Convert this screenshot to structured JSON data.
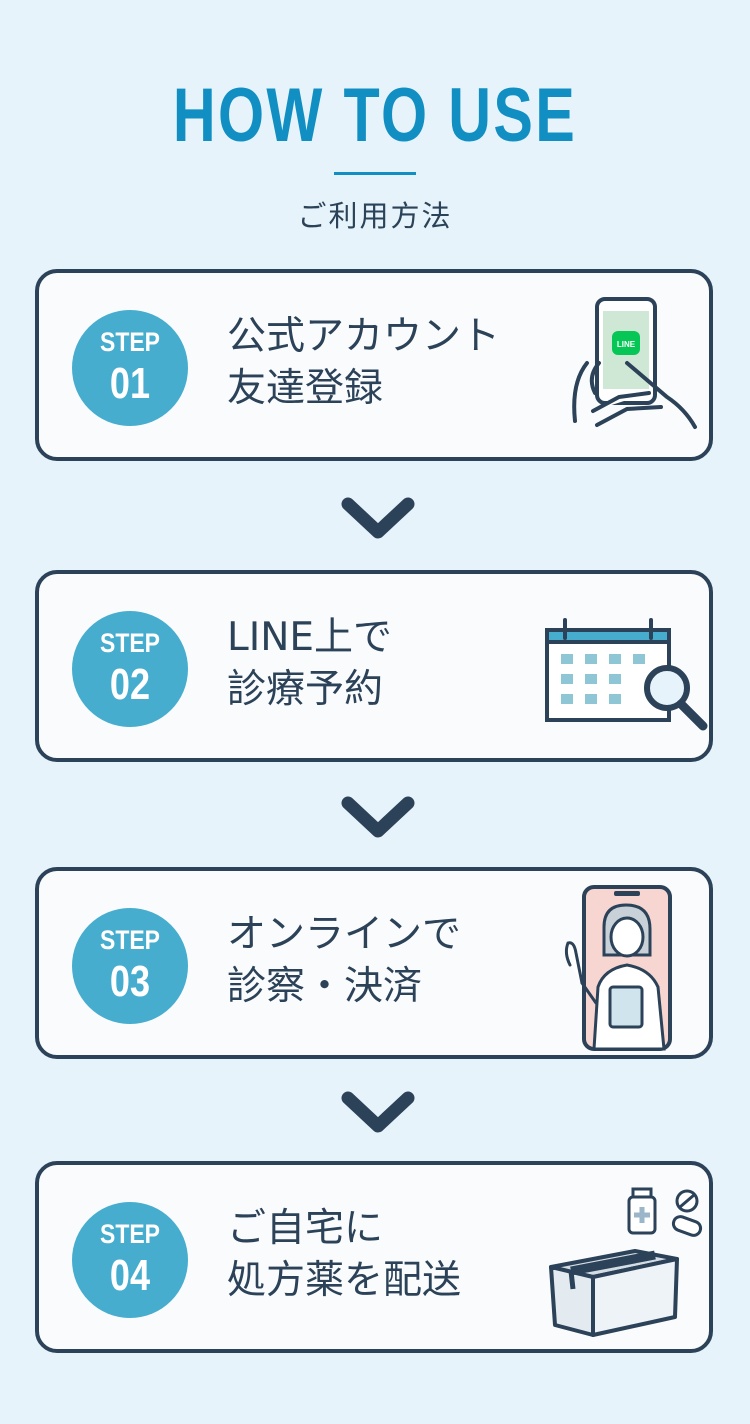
{
  "header": {
    "title": "HOW TO USE",
    "subtitle": "ご利用方法"
  },
  "steps": [
    {
      "label": "STEP",
      "number": "01",
      "line1": "公式アカウント",
      "line2": "友達登録",
      "icon": "phone-line-icon",
      "icon_text": "LINE"
    },
    {
      "label": "STEP",
      "number": "02",
      "line1": "LINE上で",
      "line2": "診療予約",
      "icon": "calendar-search-icon"
    },
    {
      "label": "STEP",
      "number": "03",
      "line1": "オンラインで",
      "line2": "診察・決済",
      "icon": "doctor-video-icon"
    },
    {
      "label": "STEP",
      "number": "04",
      "line1": "ご自宅に",
      "line2": "処方薬を配送",
      "icon": "medicine-box-icon"
    }
  ],
  "colors": {
    "background": "#e6f3fa",
    "accent": "#118fc3",
    "badge": "#46adcf",
    "navy": "#2b4258",
    "line_green": "#06c755"
  }
}
